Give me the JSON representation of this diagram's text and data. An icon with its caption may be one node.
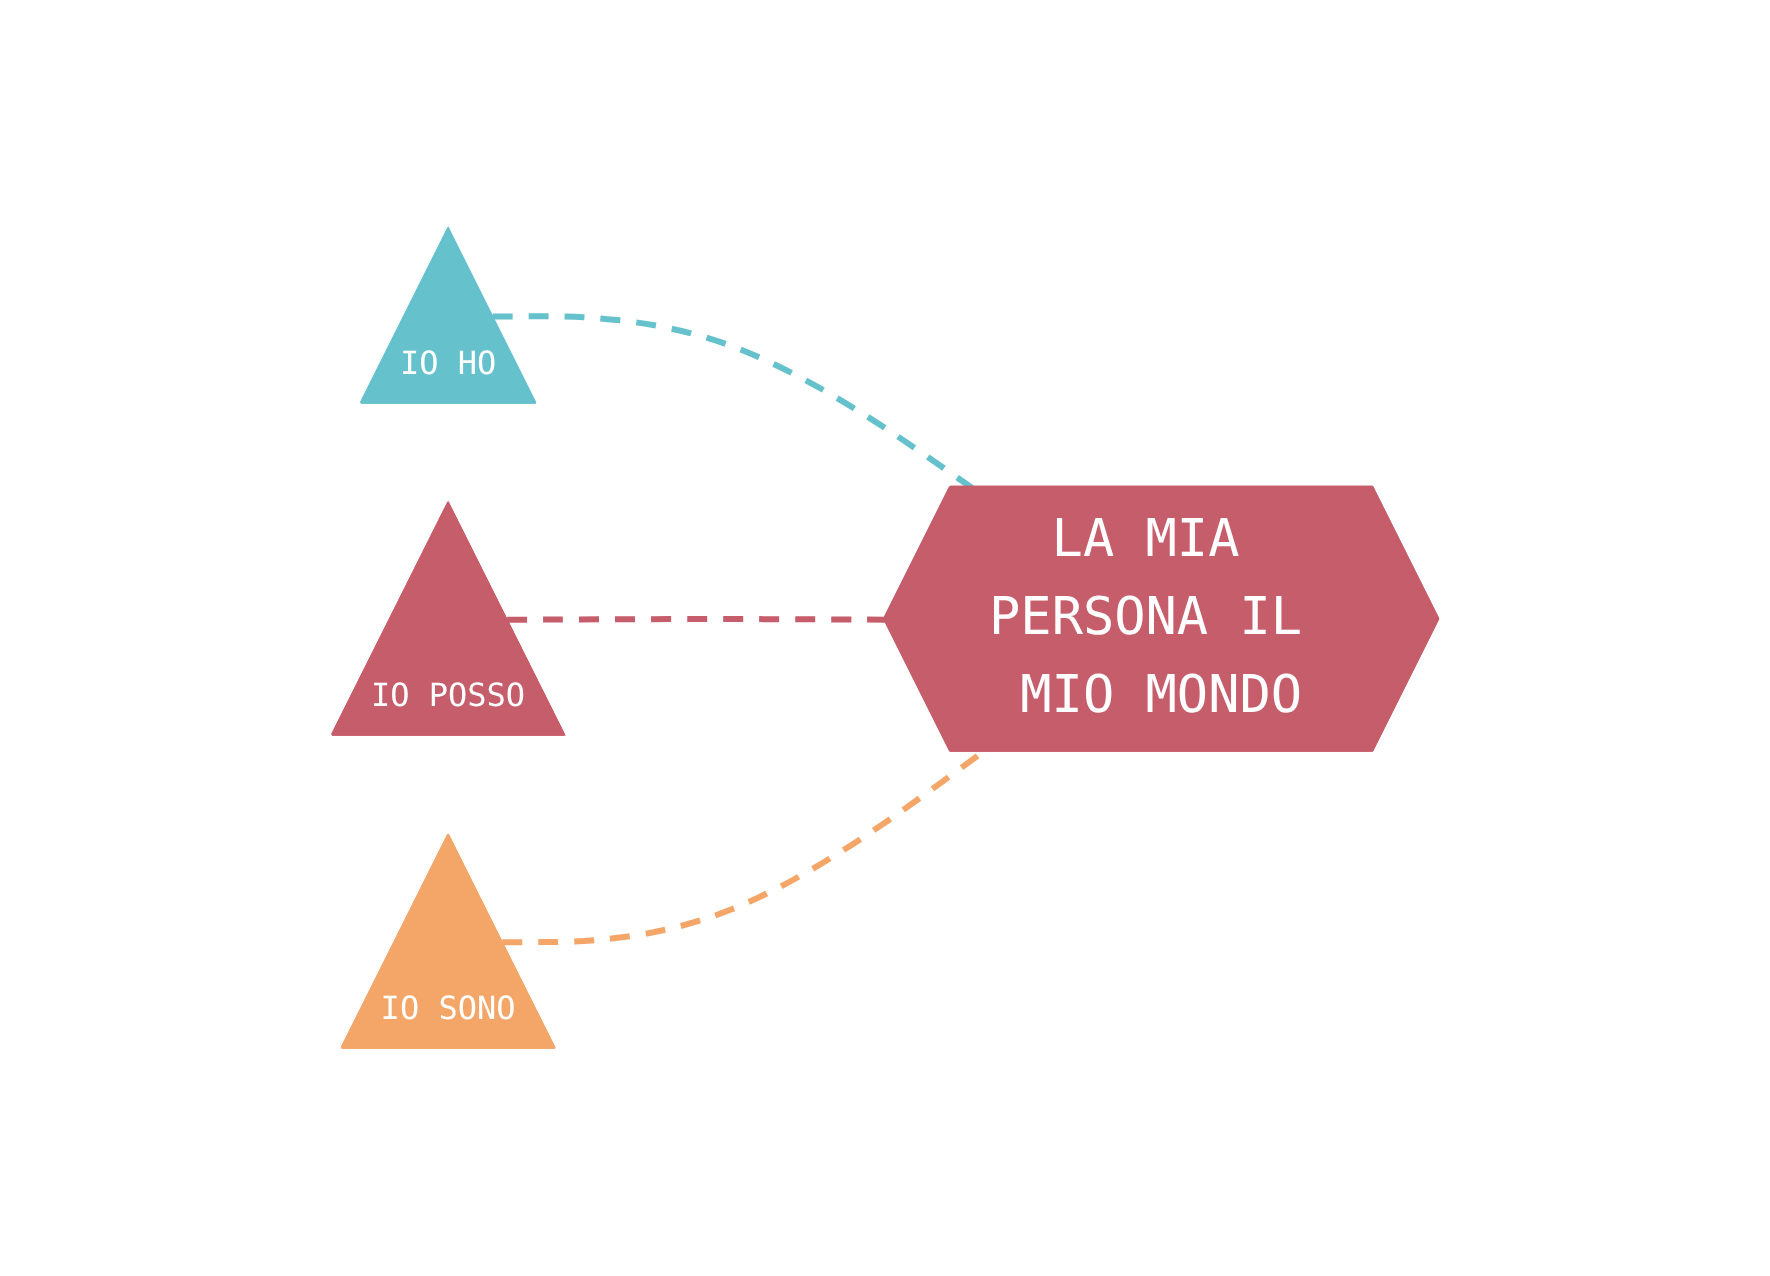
{
  "diagram": {
    "nodes": [
      {
        "text": [
          "IO HO"
        ]
      },
      {
        "text": [
          "IO POSSO"
        ]
      },
      {
        "text": [
          "IO SONO"
        ]
      },
      {
        "text": [
          "LA MIA PERSONA IL MIO MONDO"
        ]
      }
    ],
    "edges": [
      {
        "from": 0,
        "to": 3,
        "arrow": "none",
        "style": "dashed",
        "color": "#65c1cc"
      },
      {
        "from": 1,
        "to": 3,
        "arrow": "none",
        "style": "dashed",
        "color": "#c65d6a"
      },
      {
        "from": 2,
        "to": 3,
        "arrow": "none",
        "style": "dashed",
        "color": "#f4a668"
      }
    ]
  }
}
